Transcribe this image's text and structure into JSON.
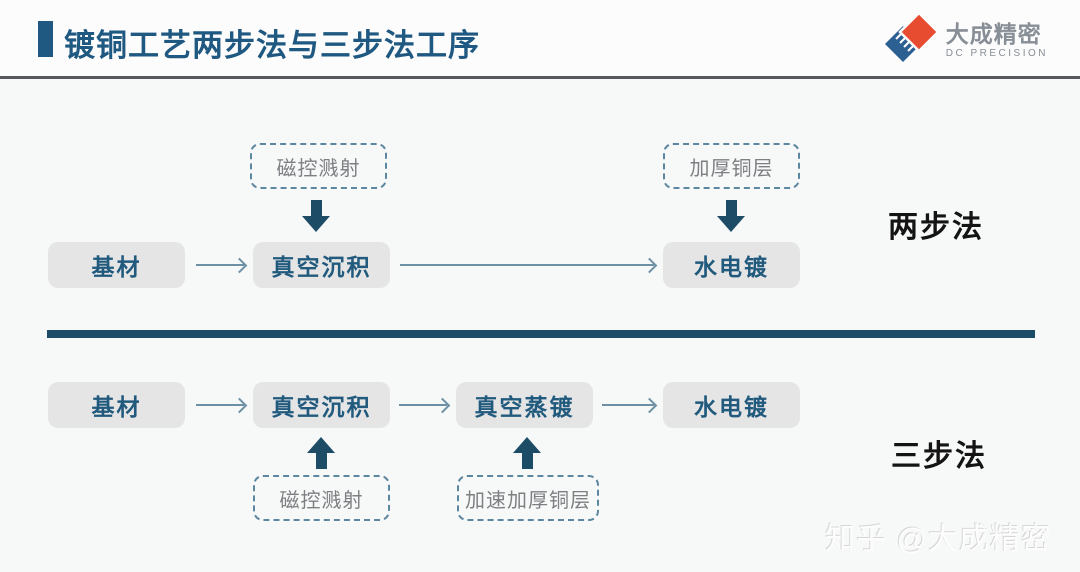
{
  "header": {
    "title": "镀铜工艺两步法与三步法工序",
    "logo": {
      "name": "大成精密",
      "subtitle": "DC PRECISION"
    }
  },
  "two_step": {
    "label": "两步法",
    "steps": [
      "基材",
      "真空沉积",
      "水电镀"
    ],
    "aux": [
      "磁控溅射",
      "加厚铜层"
    ]
  },
  "three_step": {
    "label": "三步法",
    "steps": [
      "基材",
      "真空沉积",
      "真空蒸镀",
      "水电镀"
    ],
    "aux": [
      "磁控溅射",
      "加速加厚铜层"
    ]
  },
  "watermark": "知乎 @大成精密",
  "colors": {
    "accent_blue": "#1f5880",
    "thick_arrow": "#1d4d66",
    "thin_arrow": "#6d90a5",
    "box_bg": "#e5e5e6",
    "box_text": "#215a7d",
    "dashed_border": "#5b87a0",
    "dashed_text": "#7d7f82",
    "header_rule": "#56585b",
    "logo_red": "#e84c30",
    "logo_blue": "#2c5f92",
    "logo_text": "#878e96"
  }
}
